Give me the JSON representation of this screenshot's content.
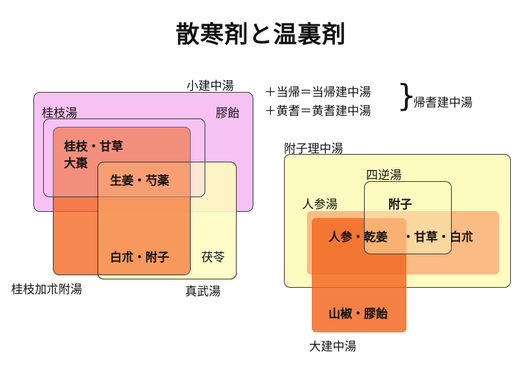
{
  "title": "散寒剤と温裏剤",
  "colors": {
    "pink": "#f6c2f3",
    "pale_yellow": "#fdfbc0",
    "orange": "#f26a25",
    "light_orange": "#f8a671"
  },
  "left_diagram": {
    "xiaojianzhong": "小建中湯",
    "guizhi": "桂枝湯",
    "jiaoyi": "膠飴",
    "guizhi_gancao": "桂枝・甘草",
    "dazao": "大棗",
    "shengjiang_shaoyao": "生姜・芍薬",
    "baizhu_fuzi": "白朮・附子",
    "fuling": "茯苓",
    "guizhi_jiazhu_fu": "桂枝加朮附湯",
    "zhenwu": "真武湯"
  },
  "formulas": {
    "line1": "＋当帰＝当帰建中湯",
    "line2": "＋黄耆＝黄耆建中湯",
    "brace": "}",
    "combined": "帰耆建中湯"
  },
  "right_diagram": {
    "fuzi_lizhong": "附子理中湯",
    "sini": "四逆湯",
    "renshen_tang": "人参湯",
    "fuzi": "附子",
    "renshen_ganjiang": "人参・乾姜",
    "gancao_baizhu": "・甘草・白朮",
    "shanjiao_jiaoyi": "山椒・膠飴",
    "dajianzhong": "大建中湯"
  }
}
